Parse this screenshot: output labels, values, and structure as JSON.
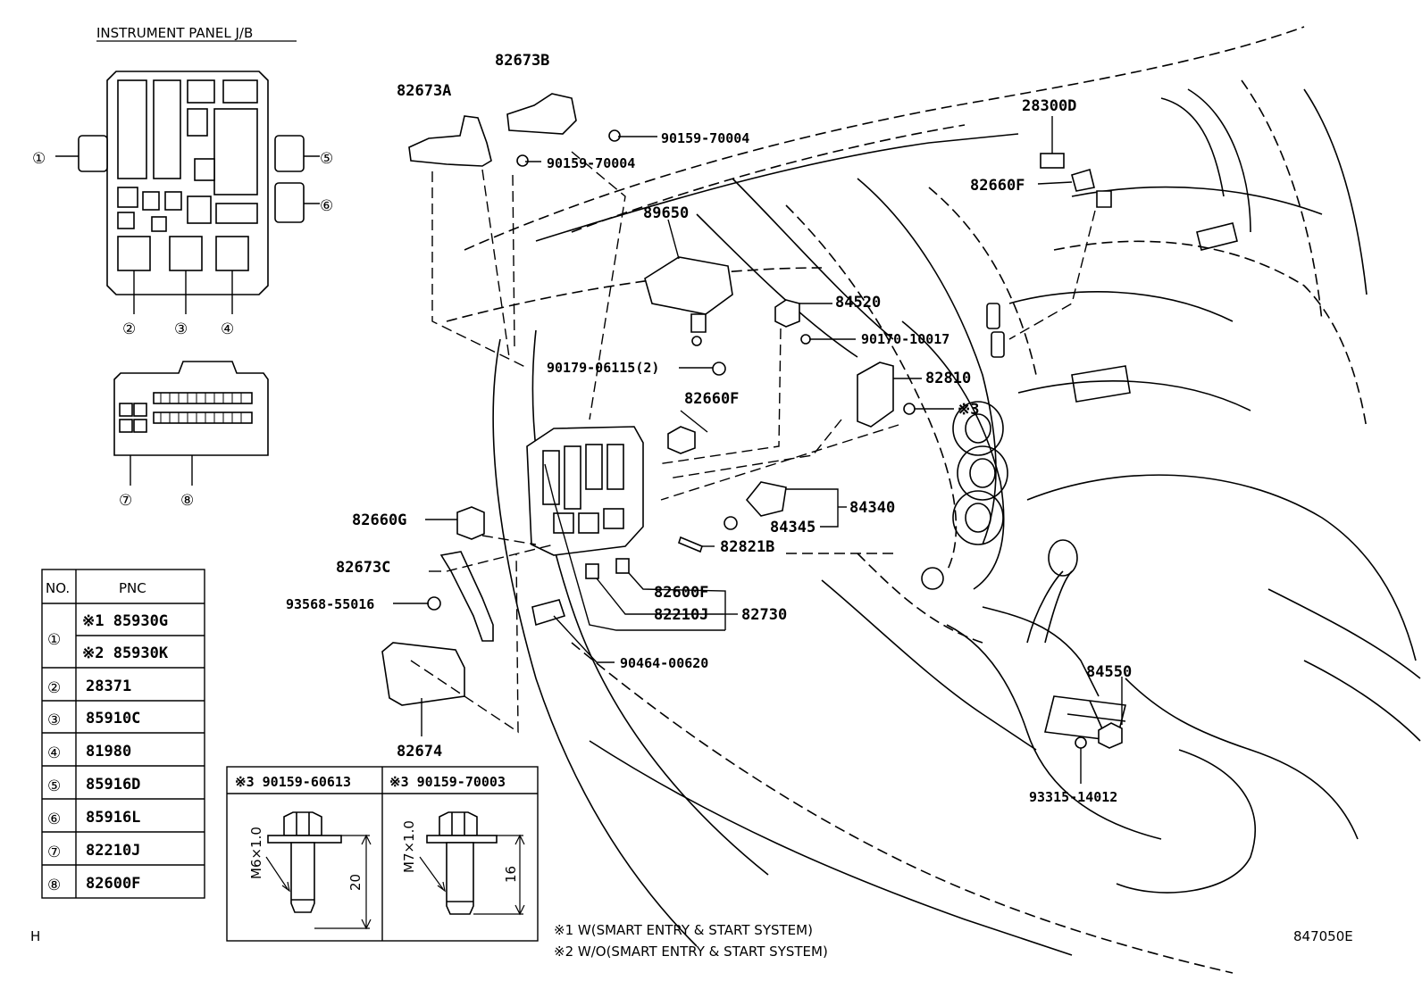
{
  "jb": {
    "title": "INSTRUMENT PANEL J/B",
    "callouts": [
      "①",
      "②",
      "③",
      "④",
      "⑤",
      "⑥",
      "⑦",
      "⑧"
    ]
  },
  "table": {
    "col_no": "NO.",
    "col_pnc": "PNC",
    "rows": [
      {
        "no": "①",
        "pnc": "※1 85930G"
      },
      {
        "no": "",
        "pnc": "※2 85930K"
      },
      {
        "no": "②",
        "pnc": "28371"
      },
      {
        "no": "③",
        "pnc": "85910C"
      },
      {
        "no": "④",
        "pnc": "81980"
      },
      {
        "no": "⑤",
        "pnc": "85916D"
      },
      {
        "no": "⑥",
        "pnc": "85916L"
      },
      {
        "no": "⑦",
        "pnc": "82210J"
      },
      {
        "no": "⑧",
        "pnc": "82600F"
      }
    ]
  },
  "bolts": {
    "left_header": "※3 90159-60613",
    "right_header": "※3 90159-70003",
    "left_thread": "M6×1.0",
    "left_length": "20",
    "right_thread": "M7×1.0",
    "right_length": "16"
  },
  "parts": {
    "p82673A": "82673A",
    "p82673B": "82673B",
    "p90159a": "90159-70004",
    "p90159b": "90159-70004",
    "p28300D": "28300D",
    "p82660F_top": "82660F",
    "p89650": "89650",
    "p84520": "84520",
    "p90170": "90170-10017",
    "p90179": "90179-06115(2)",
    "p82810": "82810",
    "p_note3": "※3",
    "p82660F_mid": "82660F",
    "p84340": "84340",
    "p84345": "84345",
    "p82660G": "82660G",
    "p82821B": "82821B",
    "p82673C": "82673C",
    "p82600F": "82600F",
    "p93568": "93568-55016",
    "p82210J": "82210J",
    "p82730": "82730",
    "p90464": "90464-00620",
    "p82674": "82674",
    "p84550": "84550",
    "p93315": "93315-14012"
  },
  "notes": {
    "n1": "※1 W(SMART ENTRY & START SYSTEM)",
    "n2": "※2 W/O(SMART ENTRY & START SYSTEM)",
    "corner_h": "H",
    "drawing_no": "847050E"
  }
}
